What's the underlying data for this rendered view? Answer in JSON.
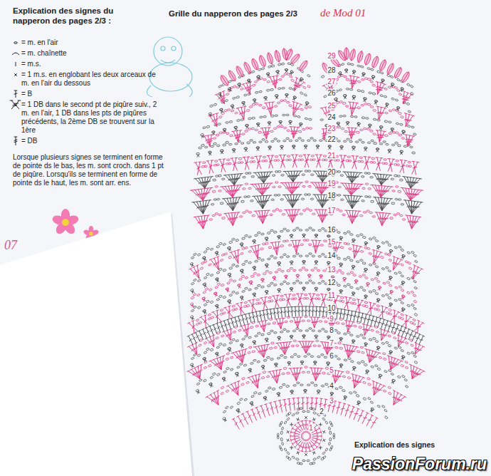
{
  "diagram": {
    "title": "Grille du napperon des pages 2/3",
    "labels": [
      "Explication des signes du napperon des pages 2/3 :",
      "Lorsque plusieurs signes se terminent en forme de pointe ds le bas, les m. sont croch. dans 1 pt de piqûre. Lorsqu'ils se terminent en forme de pointe ds le haut, les m. sont arr. ens.",
      "de Mod 01",
      "07",
      "29",
      "28",
      "27",
      "26",
      "25",
      "24",
      "23",
      "22",
      "21",
      "20",
      "19",
      "18",
      "17",
      "16",
      "15",
      "14",
      "13",
      "12",
      "11",
      "10",
      "9",
      "8",
      "7",
      "6",
      "5",
      "4",
      "3",
      "2",
      "1",
      "Explication des signes",
      "PassionForum.ru"
    ],
    "legend": [
      {
        "text": "= m. en l'air"
      },
      {
        "text": "= m. chaînette"
      },
      {
        "text": "= m.s."
      },
      {
        "text": "= 1 m.s. en englobant les deux arceaux de m. en l'air du dessous"
      },
      {
        "text": "= B"
      },
      {
        "text": "= 1 DB dans le second pt de piqûre suiv., 2 m. en l'air, 1 DB dans les pts de piqûres précédents, la 2ème DB se trouvent sur la 1ère"
      },
      {
        "text": "= DB"
      }
    ]
  }
}
